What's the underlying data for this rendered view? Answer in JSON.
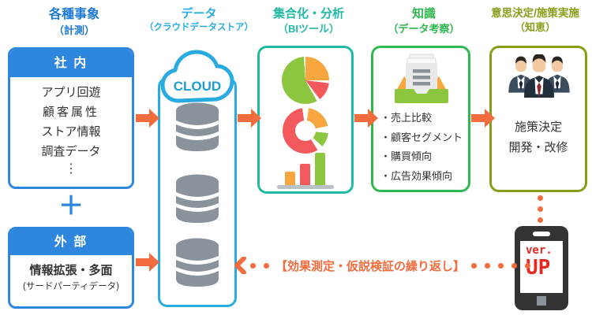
{
  "headers": [
    {
      "title": "各種事象",
      "sub": "（計測）",
      "color": "#1c79d9"
    },
    {
      "title": "データ",
      "sub": "（クラウドデータストア）",
      "color": "#29abe2"
    },
    {
      "title": "集合化・分析",
      "sub": "（BIツール）",
      "color": "#1fb9a5"
    },
    {
      "title": "知識",
      "sub": "（データ考察）",
      "color": "#2eb84f"
    },
    {
      "title": "意思決定/施策実施",
      "sub": "（知恵）",
      "color": "#85a018"
    }
  ],
  "internal_box": {
    "header": "社 内",
    "items": [
      "アプリ回遊",
      "顧客属性",
      "ストア情報",
      "調査データ",
      "⋮"
    ]
  },
  "plus_sign": "＋",
  "external_box": {
    "header": "外 部",
    "line1": "情報拡張・多面",
    "line2": "(サードパーティデータ)"
  },
  "cloud": {
    "label": "CLOUD"
  },
  "knowledge_box": {
    "items": [
      "・売上比較",
      "・顧客セグメント",
      "・購買傾向",
      "・広告効果傾向"
    ]
  },
  "decision_box": {
    "line1": "施策決定",
    "line2": "開発・改修"
  },
  "phone": {
    "line1": "ver.",
    "line2": "UP"
  },
  "feedback": {
    "label": "【効果測定・仮説検証の繰り返し】"
  },
  "colors": {
    "accent_arrow_orange": "#f26c3d",
    "primary_blue": "#2e86de",
    "cloud_blue": "#29abe2",
    "teal": "#1fb9a5",
    "green": "#2eb84f",
    "olive": "#85a018",
    "database_gray": "#8a939b",
    "pie_green": "#8cc63f",
    "pie_orange": "#f7a640",
    "pie_red": "#f2595c",
    "phone_text_red": "#e8281e"
  }
}
